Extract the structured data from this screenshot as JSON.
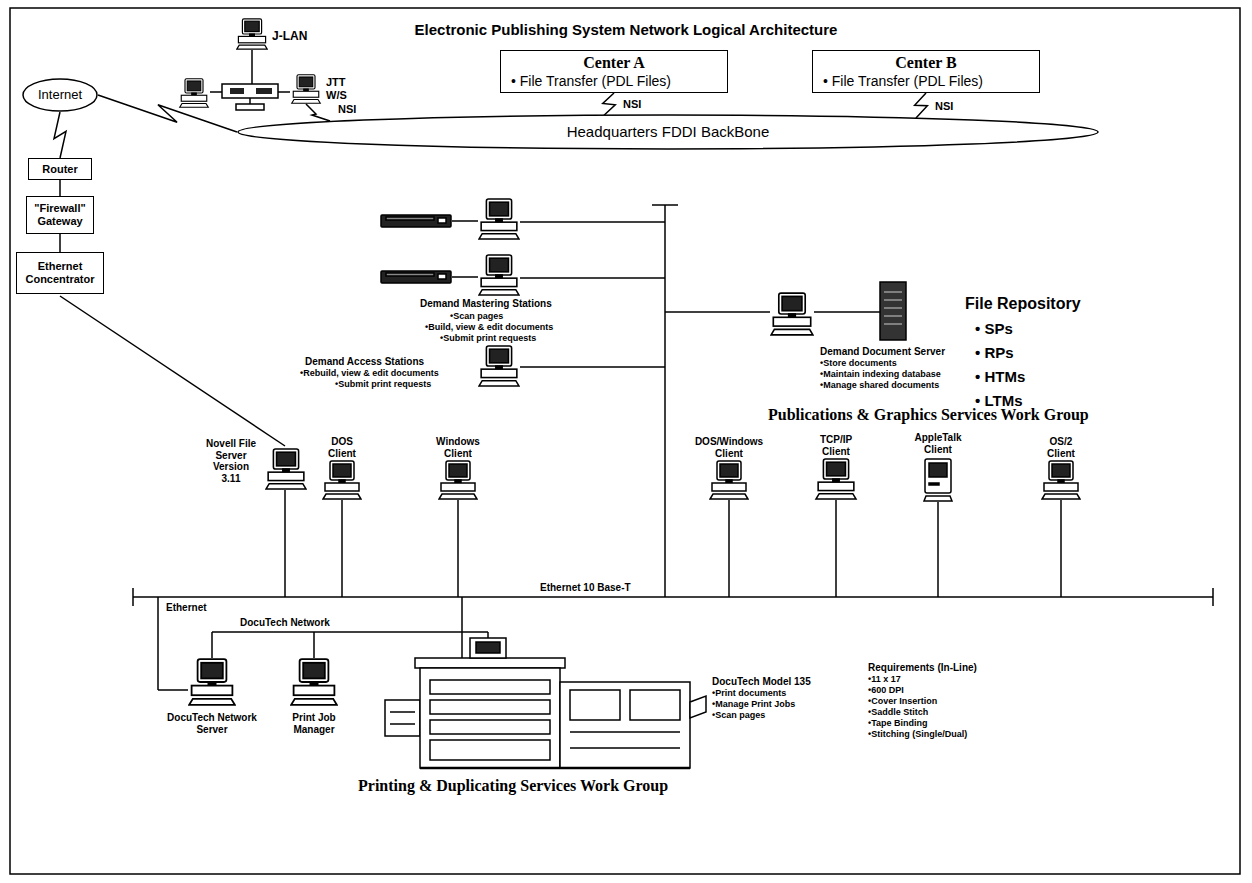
{
  "diagram": {
    "title": "Electronic Publishing System Network Logical Architecture",
    "nodes": [
      {
        "text": [
          "Center A",
          "• File Transfer (PDL Files)"
        ]
      },
      {
        "text": [
          "Center B",
          "• File Transfer (PDL Files)"
        ]
      },
      {
        "text": [
          "Headquarters FDDI BackBone"
        ]
      },
      {
        "text": [
          "Internet"
        ]
      },
      {
        "text": [
          "Router"
        ]
      },
      {
        "text": [
          "\"Firewall\" Gateway"
        ]
      },
      {
        "text": [
          "Ethernet Concentrator"
        ]
      }
    ],
    "edges": [
      {
        "from": 0,
        "to": 2,
        "arrow": "none",
        "label": "NSI"
      },
      {
        "from": 1,
        "to": 2,
        "arrow": "none",
        "label": "NSI"
      },
      {
        "from": 3,
        "to": 2,
        "arrow": "none"
      },
      {
        "from": 3,
        "to": 4,
        "arrow": "none"
      },
      {
        "from": 4,
        "to": 5,
        "arrow": "none"
      },
      {
        "from": 5,
        "to": 6,
        "arrow": "none"
      }
    ],
    "labels": [
      "J-LAN",
      "JTT W/S",
      "NSI",
      "Demand Mastering Stations",
      "•Scan pages",
      "•Build, view & edit documents",
      "•Submit print requests",
      "Demand Access Stations",
      "•Rebuild, view & edit documents",
      "•Submit print requests",
      "Demand Document Server",
      "•Store documents",
      "•Maintain indexing database",
      "•Manage shared documents",
      "File Repository",
      "• SPs",
      "• RPs",
      "• HTMs",
      "• LTMs",
      "Publications & Graphics Services Work Group",
      "Novell File Server Version 3.11",
      "DOS Client",
      "Windows Client",
      "DOS/Windows Client",
      "TCP/IP Client",
      "AppleTalk Client",
      "OS/2 Client",
      "Ethernet",
      "DocuTech Network",
      "Ethernet 10 Base-T",
      "DocuTech Network Server",
      "Print Job Manager",
      "Printing & Duplicating Services Work Group",
      "DocuTech Model 135",
      "•Print documents",
      "•Manage Print Jobs",
      "•Scan pages",
      "Requirements (In-Line)",
      "•11 x 17",
      "•600 DPI",
      "•Cover Insertion",
      "•Saddle Stitch",
      "•Tape Binding",
      "•Stitching (Single/Dual)"
    ]
  }
}
